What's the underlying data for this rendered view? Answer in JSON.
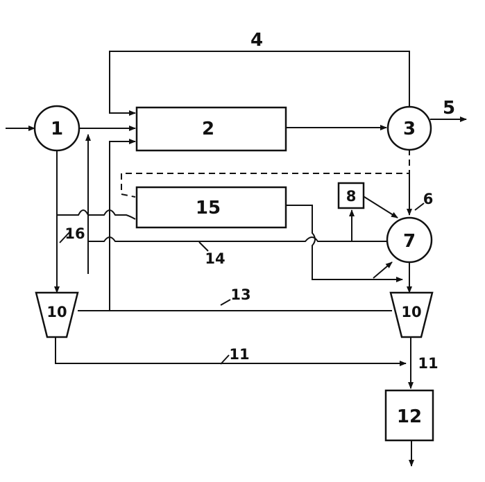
{
  "labels": {
    "n1": "1",
    "n2": "2",
    "n3": "3",
    "n4": "4",
    "n5": "5",
    "n6": "6",
    "n7": "7",
    "n8": "8",
    "n10a": "10",
    "n10b": "10",
    "n11a": "11",
    "n11b": "11",
    "n12": "12",
    "n13": "13",
    "n14": "14",
    "n15": "15",
    "n16": "16"
  }
}
